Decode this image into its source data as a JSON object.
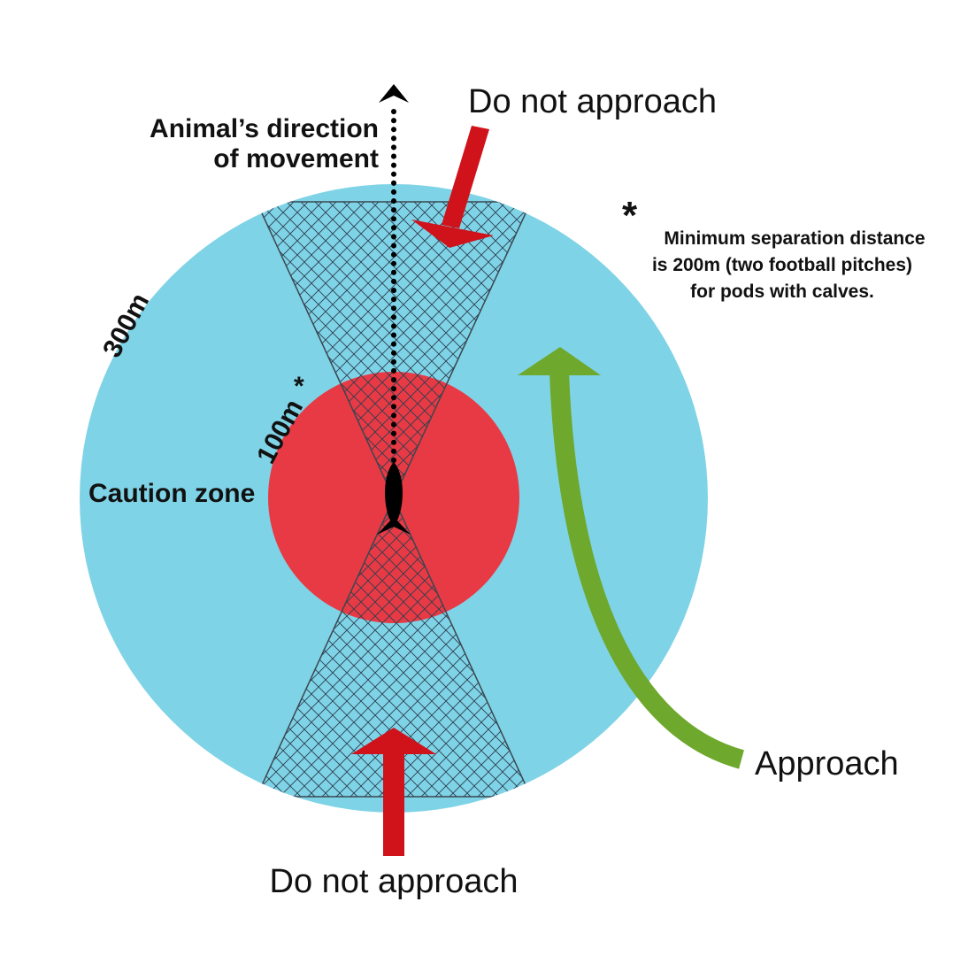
{
  "labels": {
    "top_warning": "Do not approach",
    "bottom_warning": "Do not approach",
    "approach": "Approach",
    "direction_line1": "Animal’s direction",
    "direction_line2": "of movement",
    "caution_zone": "Caution zone",
    "outer_radius": "300m",
    "inner_radius": "100m",
    "inner_radius_star": "*",
    "note_star": "*",
    "note_line1": "Minimum separation distance",
    "note_line2": "is 200m (two football pitches)",
    "note_line3": "for pods with calves."
  },
  "colors": {
    "outer_zone": "#7fd3e6",
    "caution_zone": "#e83a44",
    "no_approach_arrow": "#d0121b",
    "approach_arrow": "#6ea82c",
    "hatch": "#2c3e50",
    "animal": "#000000"
  },
  "icons": {
    "animal": "whale-silhouette-icon"
  }
}
